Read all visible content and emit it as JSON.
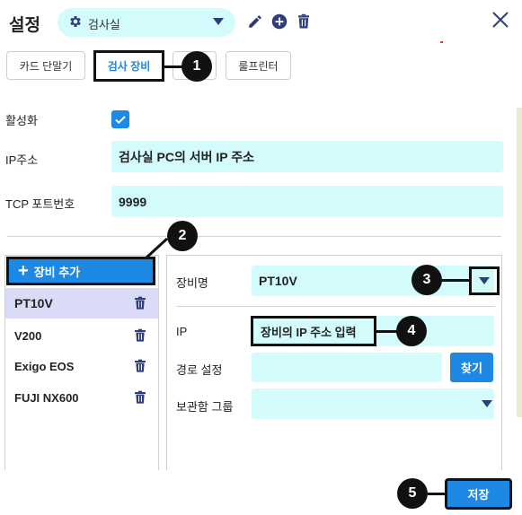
{
  "header": {
    "title": "설정",
    "preset_label": "검사실"
  },
  "tabs": [
    "카드 단말기",
    "검사 장비",
    "",
    "룰프린터"
  ],
  "form": {
    "activate_label": "활성화",
    "ip_label": "IP주소",
    "ip_value": "검사실 PC의 서버 IP 주소",
    "port_label": "TCP 포트번호",
    "port_value": "9999"
  },
  "device_list": {
    "add_label": "장비 추가",
    "items": [
      "PT10V",
      "V200",
      "Exigo EOS",
      "FUJI NX600"
    ]
  },
  "detail": {
    "name_label": "장비명",
    "name_value": "PT10V",
    "ip_label": "IP",
    "ip_value": "장비의 IP 주소 입력",
    "path_label": "경로 설정",
    "find_label": "찾기",
    "group_label": "보관함 그룹"
  },
  "footer": {
    "save_label": "저장"
  },
  "badges": [
    "1",
    "2",
    "3",
    "4",
    "5"
  ],
  "colors": {
    "accent": "#1e88e5",
    "input_bg": "#d4fbfb",
    "selected_row": "#d9dbf7",
    "annotation": "#111111"
  },
  "icons": [
    "gear-icon",
    "chevron-down-icon",
    "pencil-icon",
    "plus-circle-icon",
    "trash-icon",
    "close-icon",
    "check-icon"
  ]
}
